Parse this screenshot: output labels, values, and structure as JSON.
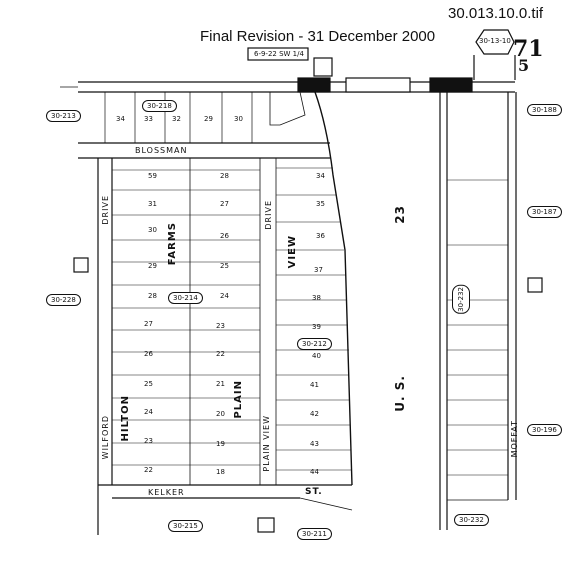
{
  "file_name": "30.013.10.0.tif",
  "revision_title": "Final Revision - 31 December 2000",
  "corner_tag": "30-13-10",
  "corner_number": "71",
  "corner_letter": "5",
  "top_box_text": "6-9-22 SW 1/4",
  "streets": {
    "blossman": "BLOSSMAN",
    "kelker": "KELKER",
    "drive_left": "DRIVE",
    "drive_right": "DRIVE",
    "farms": "FARMS",
    "view": "VIEW",
    "hilton": "HILTON",
    "plain": "PLAIN",
    "plain_view": "PLAIN VIEW",
    "wilford": "WILFORD",
    "moffat": "MOFFAT",
    "st": "ST.",
    "us": "U. S.",
    "route": "23"
  },
  "tags": {
    "t_213": "30-213",
    "t_218": "30-218",
    "t_188": "30-188",
    "t_187": "30-187",
    "t_228": "30-228",
    "t_214": "30-214",
    "t_212": "30-212",
    "t_232a": "30-232",
    "t_196": "30-196",
    "t_215": "30-215",
    "t_211": "30-211",
    "t_232b": "30-232"
  },
  "lots": {
    "top_row": [
      "34",
      "33",
      "32",
      "29",
      "30"
    ],
    "left_col": [
      "59",
      "31",
      "30",
      "29",
      "28",
      "27",
      "26",
      "25",
      "24",
      "23",
      "22"
    ],
    "mid_col": [
      "28",
      "27",
      "26",
      "25",
      "24",
      "23",
      "22",
      "21",
      "20",
      "19",
      "18"
    ],
    "right_col": [
      "34",
      "35",
      "36",
      "37",
      "38",
      "39",
      "40",
      "41",
      "42",
      "43",
      "44"
    ]
  }
}
